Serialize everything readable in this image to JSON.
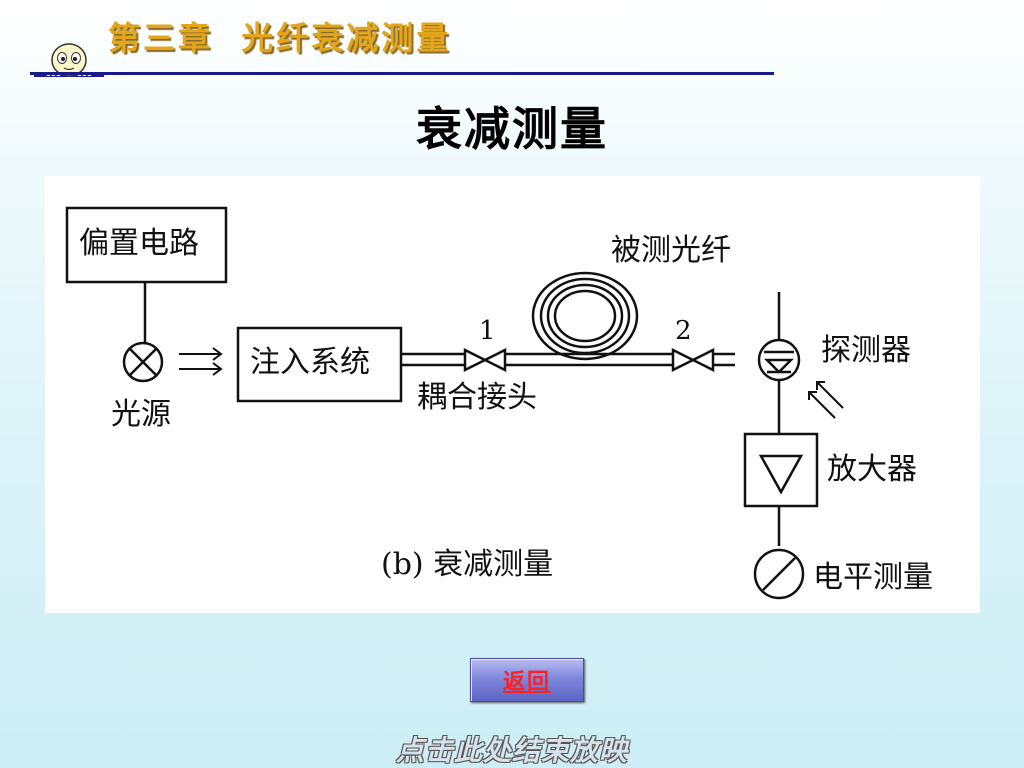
{
  "header": {
    "chapter_title": "第三章  光纤衰减测量"
  },
  "slide": {
    "title": "衰减测量"
  },
  "diagram": {
    "caption": "(b) 衰减测量",
    "labels": {
      "bias_circuit": "偏置电路",
      "light_source": "光源",
      "injection_system": "注入系统",
      "coupling_connector": "耦合接头",
      "fiber_under_test": "被测光纤",
      "connector_1": "1",
      "connector_2": "2",
      "detector": "探测器",
      "amplifier": "放大器",
      "level_measurement": "电平测量"
    }
  },
  "navigation": {
    "return_label": "返回",
    "end_show_label": "点击此处结束放映"
  }
}
